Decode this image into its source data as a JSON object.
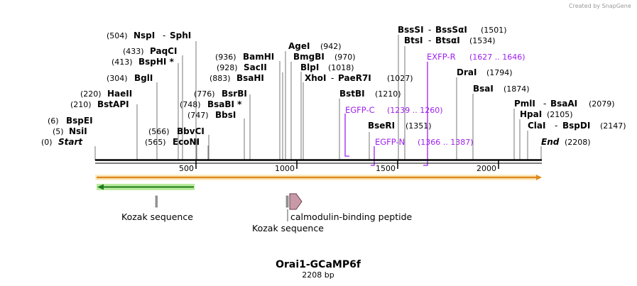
{
  "credit": "Created by SnapGene",
  "title": "Orai1-GCaMP6f",
  "length_label": "2208 bp",
  "start_label": "Start",
  "end_label": "End",
  "start_pos": "(0)",
  "end_pos": "(2208)",
  "ticks": [
    "500",
    "1000",
    "1500",
    "2000"
  ],
  "sites": {
    "bspEI": {
      "pos": "(6)",
      "name": "BspEI"
    },
    "nsiI": {
      "pos": "(5)",
      "name": "NsiI"
    },
    "bstAPI": {
      "pos": "(210)",
      "name": "BstAPI"
    },
    "haeII": {
      "pos": "(220)",
      "name": "HaeII"
    },
    "bglI": {
      "pos": "(304)",
      "name": "BglI"
    },
    "bspHI": {
      "pos": "(413)",
      "name": "BspHI *"
    },
    "paqCI": {
      "pos": "(433)",
      "name": "PaqCI"
    },
    "nspI": {
      "pos": "(504)",
      "name": "NspI",
      "partner": "SphI"
    },
    "bbvCI": {
      "pos": "(566)",
      "name": "BbvCI"
    },
    "ecoNI": {
      "pos": "(565)",
      "name": "EcoNI"
    },
    "bsrBI": {
      "pos": "(776)",
      "name": "BsrBI"
    },
    "bsaBI": {
      "pos": "(748)",
      "name": "BsaBI *"
    },
    "bbsI": {
      "pos": "(747)",
      "name": "BbsI"
    },
    "bamHI": {
      "pos": "(936)",
      "name": "BamHI"
    },
    "sacII": {
      "pos": "(928)",
      "name": "SacII"
    },
    "bsaHI": {
      "pos": "(883)",
      "name": "BsaHI"
    },
    "ageI": {
      "pos": "(942)",
      "name": "AgeI"
    },
    "bmgBI": {
      "pos": "(970)",
      "name": "BmgBI"
    },
    "blpI": {
      "pos": "(1018)",
      "name": "BlpI"
    },
    "xhoI": {
      "pos": "(1027)",
      "name": "XhoI",
      "partner": "PaeR7I"
    },
    "bstBI": {
      "pos": "(1210)",
      "name": "BstBI"
    },
    "bseRI": {
      "pos": "(1351)",
      "name": "BseRI"
    },
    "bssSI": {
      "pos": "(1501)",
      "name": "BssSI",
      "partner": "BssSαI"
    },
    "btsI": {
      "pos": "(1534)",
      "name": "BtsI",
      "partner": "BtsαI"
    },
    "draI": {
      "pos": "(1794)",
      "name": "DraI"
    },
    "bsaI": {
      "pos": "(1874)",
      "name": "BsaI"
    },
    "pmlI": {
      "pos": "(2079)",
      "name": "PmlI",
      "partner": "BsaAI"
    },
    "hpaI": {
      "pos": "(2105)",
      "name": "HpaI"
    },
    "claI": {
      "pos": "(2147)",
      "name": "ClaI",
      "partner": "BspDI"
    }
  },
  "primers": {
    "exfpR": {
      "name": "EXFP-R",
      "range": "(1627 .. 1646)"
    },
    "egfpC": {
      "name": "EGFP-C",
      "range": "(1239 .. 1260)"
    },
    "egfpN": {
      "name": "EGFP-N",
      "range": "(1366 .. 1387)"
    }
  },
  "features": {
    "kozak1": "Kozak sequence",
    "calmodulin": "calmodulin-binding peptide",
    "kozak2": "Kozak sequence"
  },
  "colors": {
    "primer": "#a020f0",
    "orf_fill": "#f0c060",
    "orf_stroke": "#e08a1e",
    "cds_fill": "#b9eb9c",
    "cds_stroke": "#1e7a1e",
    "peptide_fill": "#c89aa8"
  },
  "icons": {
    "orf_arrow": "right-arrow",
    "cds_arrow": "left-arrow",
    "peptide_arrow": "right-arrow"
  }
}
